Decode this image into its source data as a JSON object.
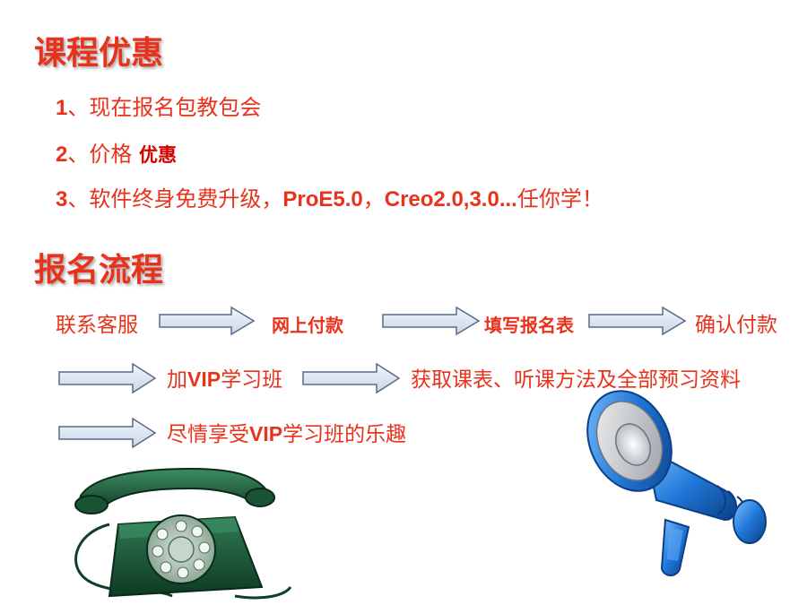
{
  "colors": {
    "accent": "#e8321c",
    "arrow_fill": "#dce6f4",
    "arrow_stroke": "#5a6b84"
  },
  "section1": {
    "title": "课程优惠",
    "items": [
      {
        "num": "1",
        "sep": "、",
        "text": "现在报名包教包会"
      },
      {
        "num": "2",
        "sep": "、",
        "text": "价格 ",
        "emph": "优惠"
      },
      {
        "num": "3",
        "sep": "、",
        "text": "软件终身免费升级，",
        "latin1": "ProE5.0",
        "mid": "，",
        "latin2": "Creo2.0,3.0...",
        "tail": "任你学！"
      }
    ]
  },
  "section2": {
    "title": "报名流程",
    "steps": {
      "contact": "联系客服",
      "pay": "网上付款",
      "form": "填写报名表",
      "confirm": "确认付款",
      "vip_pre": "加",
      "vip_latin": "VIP",
      "vip_post": "学习班",
      "obtain": "获取课表、听课方法及全部预习资料",
      "enjoy_pre": "尽情享受",
      "enjoy_latin": "VIP",
      "enjoy_post": "学习班的乐趣"
    }
  },
  "images": [
    "telephone-icon",
    "megaphone-icon"
  ]
}
